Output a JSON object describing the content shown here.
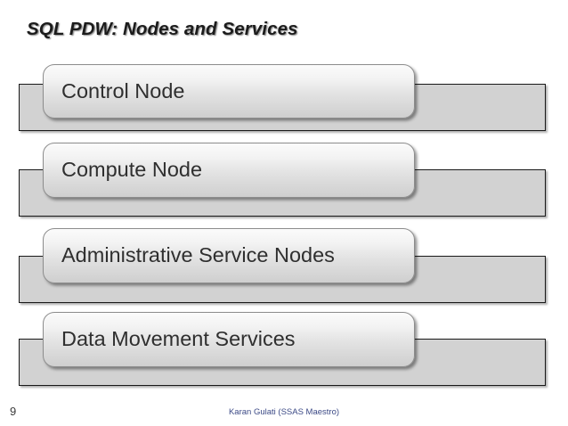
{
  "slide": {
    "title": "SQL PDW: Nodes and Services",
    "page_number": "9",
    "footer_credit": "Karan Gulati (SSAS Maestro)",
    "colors": {
      "title_text": "#1c1c1c",
      "bar_fill": "#d2d2d2",
      "bar_border": "#1a1a1a",
      "pill_border": "#8d8d8d",
      "pill_text": "#2f2f2f",
      "footer_credit_text": "#3c4a86",
      "page_number_text": "#3a3a3a",
      "background": "#ffffff"
    },
    "rows": [
      {
        "label": "Control Node"
      },
      {
        "label": "Compute Node"
      },
      {
        "label": "Administrative Service Nodes"
      },
      {
        "label": "Data Movement Services"
      }
    ]
  }
}
